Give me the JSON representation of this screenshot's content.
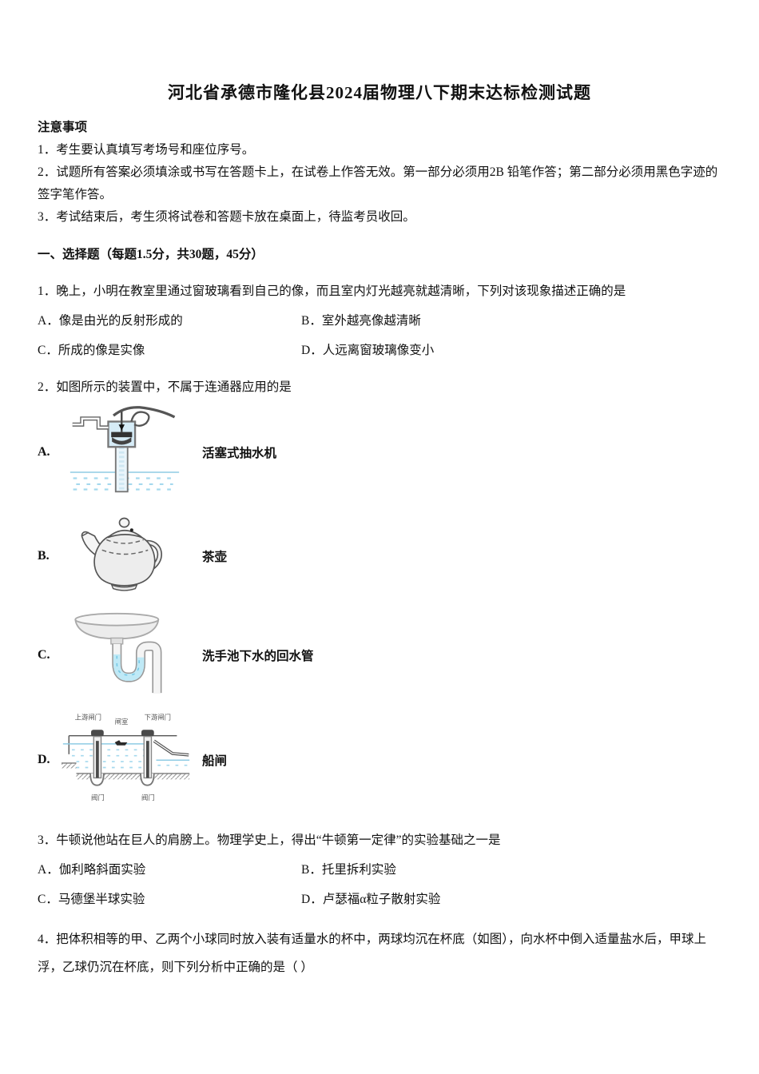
{
  "page": {
    "title": "河北省承德市隆化县2024届物理八下期末达标检测试题"
  },
  "notice": {
    "heading": "注意事项",
    "items": [
      "1．考生要认真填写考场号和座位序号。",
      "2．试题所有答案必须填涂或书写在答题卡上，在试卷上作答无效。第一部分必须用2B 铅笔作答；第二部分必须用黑色字迹的签字笔作答。",
      "3．考试结束后，考生须将试卷和答题卡放在桌面上，待监考员收回。"
    ]
  },
  "section1": {
    "heading": "一、选择题（每题1.5分，共30题，45分）"
  },
  "q1": {
    "stem": "1．晚上，小明在教室里通过窗玻璃看到自己的像，而且室内灯光越亮就越清晰，下列对该现象描述正确的是",
    "optionA": "A．像是由光的反射形成的",
    "optionB": "B．室外越亮像越清晰",
    "optionC": "C．所成的像是实像",
    "optionD": "D．人远离窗玻璃像变小"
  },
  "q2": {
    "stem": "2．如图所示的装置中，不属于连通器应用的是",
    "options": [
      {
        "label": "A.",
        "caption": "活塞式抽水机",
        "figure": "piston-pump"
      },
      {
        "label": "B.",
        "caption": "茶壶",
        "figure": "teapot"
      },
      {
        "label": "C.",
        "caption": "洗手池下水的回水管",
        "figure": "sink-trap"
      },
      {
        "label": "D.",
        "caption": "船闸",
        "figure": "ship-lock"
      }
    ],
    "lock": {
      "upstream_gate": "上游闸门",
      "chamber": "闸室",
      "downstream_gate": "下游闸门",
      "valve_left": "阀门",
      "valve_right": "阀门"
    }
  },
  "q3": {
    "stem": "3．牛顿说他站在巨人的肩膀上。物理学史上，得出“牛顿第一定律”的实验基础之一是",
    "optionA": "A．伽利略斜面实验",
    "optionB": "B．托里拆利实验",
    "optionC": "C．马德堡半球实验",
    "optionD": "D．卢瑟福α粒子散射实验"
  },
  "q4": {
    "stem": "4．把体积相等的甲、乙两个小球同时放入装有适量水的杯中，两球均沉在杯底（如图），向水杯中倒入适量盐水后，甲球上浮，乙球仍沉在杯底，则下列分析中正确的是（ ）"
  },
  "colors": {
    "water_line": "#8fcbe4",
    "water_dash": "#a5d9ee",
    "water_fill": "#bfe9f6",
    "ink": "#111111"
  }
}
